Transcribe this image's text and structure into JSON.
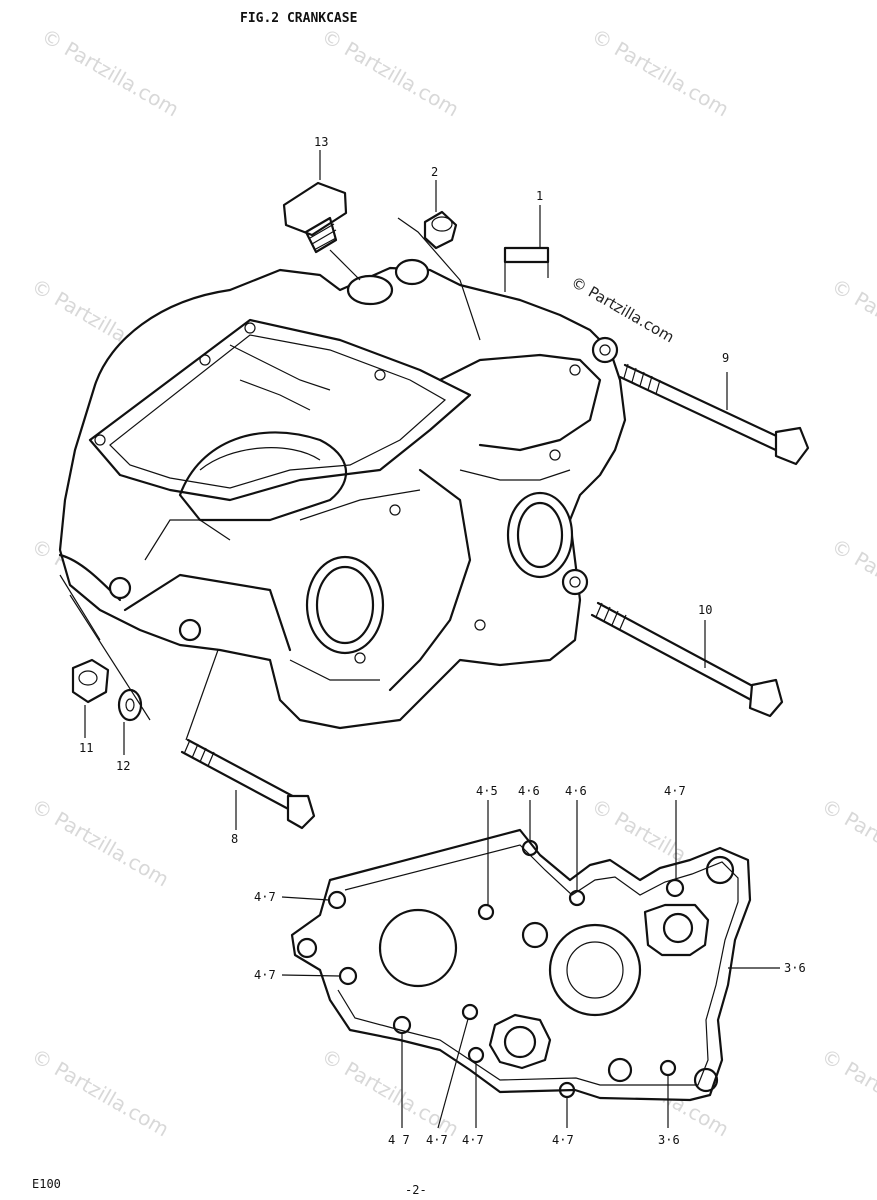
{
  "title": "FIG.2  CRANKCASE",
  "footer": {
    "model": "E100",
    "page": "-2-"
  },
  "watermark": "© Partzilla.com",
  "callouts": {
    "c13": "13",
    "c2": "2",
    "c1": "1",
    "c9": "9",
    "c10": "10",
    "c11": "11",
    "c12": "12",
    "c8": "8"
  },
  "plate_labels": {
    "top_1": "4·5",
    "top_2": "4·6",
    "top_3": "4·6",
    "top_4": "4·7",
    "left_1": "4·7",
    "left_2": "4·7",
    "right_1": "3·6",
    "bottom_1": "4 7",
    "bottom_2": "4·7",
    "bottom_3": "4·7",
    "bottom_4": "4·7",
    "bottom_5": "3·6"
  }
}
